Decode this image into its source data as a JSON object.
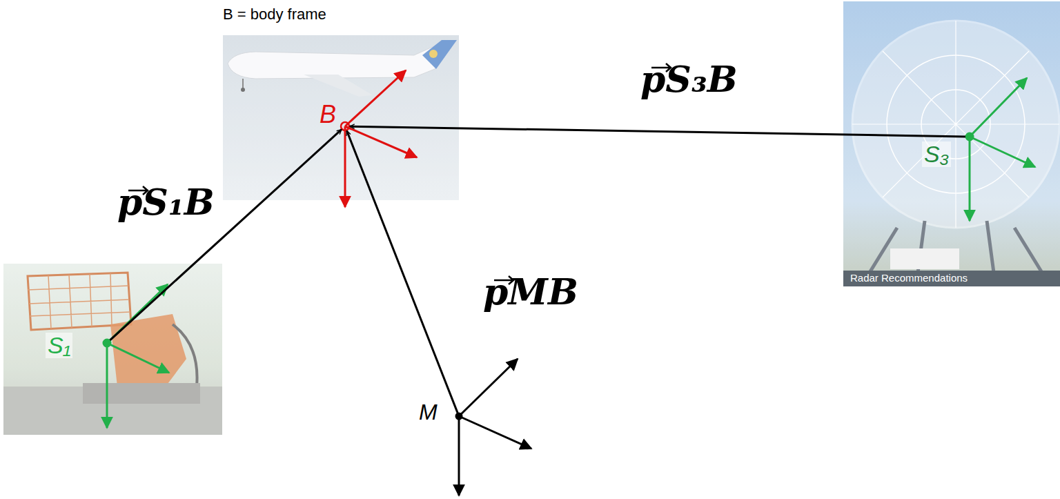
{
  "diagram": {
    "nodes": [
      {
        "text": [
          "B"
        ]
      },
      {
        "text": [
          "S₃"
        ]
      },
      {
        "text": [
          "S₁"
        ]
      },
      {
        "text": [
          "M"
        ]
      }
    ],
    "edges": [
      {
        "from": 2,
        "to": 0,
        "arrow": "to",
        "label": "pS₁B"
      },
      {
        "from": 1,
        "to": 0,
        "arrow": "to",
        "label": "pS₃B"
      },
      {
        "from": 3,
        "to": 0,
        "arrow": "to",
        "label": "pMB"
      }
    ],
    "labels": [
      "B = body frame",
      "Radar Recommendations"
    ]
  }
}
